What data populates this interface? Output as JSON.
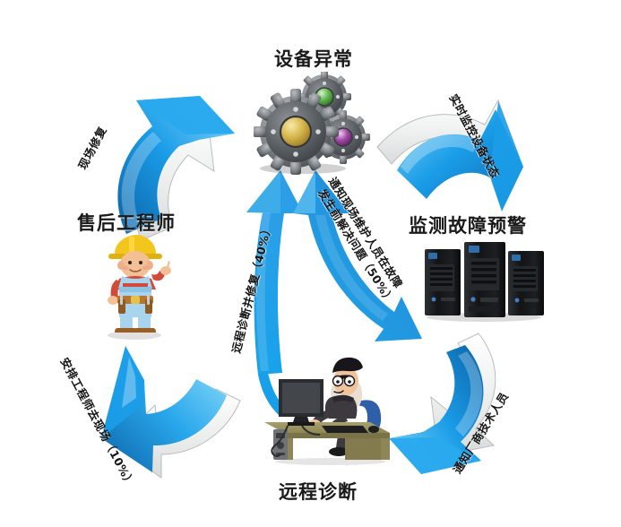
{
  "diagram": {
    "type": "cyclical-workflow",
    "background_color": "#ffffff",
    "accent_color": "#1b9de8",
    "accent_dark": "#0b63a8",
    "ribbon_face_color": "#f2f3f3"
  },
  "nodes": [
    {
      "id": "equipment-abnormality",
      "label": "设备异常",
      "icon": "gears-icon",
      "position": "top-center"
    },
    {
      "id": "fault-monitoring-alert",
      "label": "监测故障预警",
      "icon": "servers-icon",
      "position": "right"
    },
    {
      "id": "remote-diagnosis",
      "label": "远程诊断",
      "icon": "operator-at-desk-icon",
      "position": "bottom-center"
    },
    {
      "id": "after-sales-engineer",
      "label": "售后工程师",
      "icon": "field-engineer-icon",
      "position": "left"
    }
  ],
  "arrows": [
    {
      "id": "monitor-equipment-status",
      "label": "实时监控设备状态",
      "from": "equipment-abnormality",
      "to": "fault-monitoring-alert",
      "style": "ribbon-arc",
      "side": "top-right",
      "rotation_deg": 62
    },
    {
      "id": "notify-vendor-technicians",
      "label": "通知厂商技术人员",
      "from": "fault-monitoring-alert",
      "to": "remote-diagnosis",
      "style": "ribbon-arc",
      "side": "bottom-right",
      "rotation_deg": -58
    },
    {
      "id": "arrange-engineer-onsite",
      "label": "安排工程师去现场（10%）",
      "percent": "10%",
      "from": "remote-diagnosis",
      "to": "after-sales-engineer",
      "style": "ribbon-arc",
      "side": "bottom-left",
      "rotation_deg": 62
    },
    {
      "id": "onsite-repair",
      "label": "现场修复",
      "from": "after-sales-engineer",
      "to": "equipment-abnormality",
      "style": "ribbon-arc",
      "side": "top-left",
      "rotation_deg": -62
    },
    {
      "id": "remote-diagnose-and-repair",
      "label": "远程诊断并修复（40%）",
      "percent": "40%",
      "from": "remote-diagnosis",
      "to": "equipment-abnormality",
      "style": "flat-arrow-up",
      "side": "center-left",
      "rotation_deg": -76
    },
    {
      "id": "notify-onsite-maintenance-line1",
      "label": "通知现场维护人员在故障",
      "from": "remote-diagnosis",
      "to": "equipment-abnormality",
      "style": "flat-arrow-up",
      "side": "center-right",
      "rotation_deg": -58
    },
    {
      "id": "notify-onsite-maintenance-line2",
      "label": "发生前解决问题（50%）",
      "percent": "50%",
      "from": "remote-diagnosis",
      "to": "equipment-abnormality",
      "style": "flat-arrow-up",
      "side": "center-right",
      "rotation_deg": -58
    }
  ]
}
